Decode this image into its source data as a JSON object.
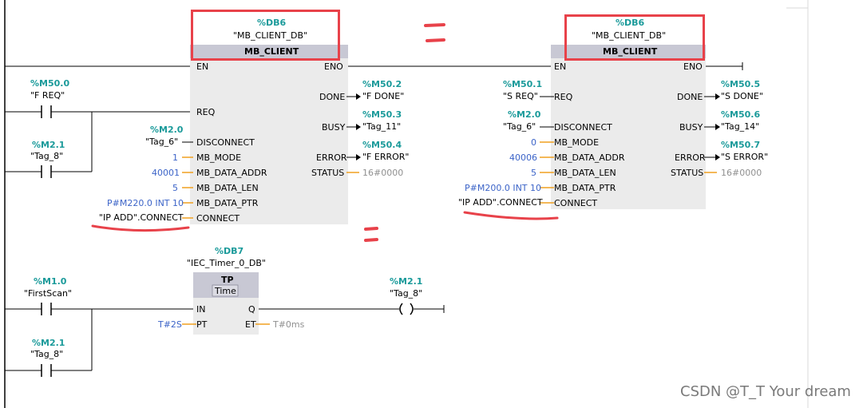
{
  "network1": {
    "block_left": {
      "db_address": "%DB6",
      "db_name": "\"MB_CLIENT_DB\"",
      "type": "MB_CLIENT",
      "pins_in": [
        "EN",
        "REQ",
        "DISCONNECT",
        "MB_MODE",
        "MB_DATA_ADDR",
        "MB_DATA_LEN",
        "MB_DATA_PTR",
        "CONNECT"
      ],
      "pins_out": [
        "ENO",
        "DONE",
        "BUSY",
        "ERROR",
        "STATUS"
      ]
    },
    "block_right": {
      "db_address": "%DB6",
      "db_name": "\"MB_CLIENT_DB\"",
      "type": "MB_CLIENT",
      "pins_in": [
        "EN",
        "REQ",
        "DISCONNECT",
        "MB_MODE",
        "MB_DATA_ADDR",
        "MB_DATA_LEN",
        "MB_DATA_PTR",
        "CONNECT"
      ],
      "pins_out": [
        "ENO",
        "DONE",
        "BUSY",
        "ERROR",
        "STATUS"
      ]
    },
    "contact_req": {
      "address": "%M50.0",
      "symbol": "\"F REQ\""
    },
    "contact_tag8": {
      "address": "%M2.1",
      "symbol": "\"Tag_8\""
    },
    "left_inputs": {
      "disconnect_address": "%M2.0",
      "disconnect_symbol": "\"Tag_6\"",
      "mb_mode": "1",
      "mb_data_addr": "40001",
      "mb_data_len": "5",
      "mb_data_ptr": "P#M220.0 INT 10",
      "connect": "\"IP ADD\".CONNECT"
    },
    "left_outputs": {
      "done_address": "%M50.2",
      "done_symbol": "\"F DONE\"",
      "busy_address": "%M50.3",
      "busy_symbol": "\"Tag_11\"",
      "error_address": "%M50.4",
      "error_symbol": "\"F ERROR\"",
      "status": "16#0000"
    },
    "right_inputs": {
      "req_address": "%M50.1",
      "req_symbol": "\"S REQ\"",
      "disconnect_address": "%M2.0",
      "disconnect_symbol": "\"Tag_6\"",
      "mb_mode": "0",
      "mb_data_addr": "40006",
      "mb_data_len": "5",
      "mb_data_ptr": "P#M200.0 INT 10",
      "connect": "\"IP ADD\".CONNECT"
    },
    "right_outputs": {
      "done_address": "%M50.5",
      "done_symbol": "\"S DONE\"",
      "busy_address": "%M50.6",
      "busy_symbol": "\"Tag_14\"",
      "error_address": "%M50.7",
      "error_symbol": "\"S ERROR\"",
      "status": "16#0000"
    }
  },
  "network2": {
    "timer": {
      "db_address": "%DB7",
      "db_name": "\"IEC_Timer_0_DB\"",
      "type": "TP",
      "subtype": "Time",
      "pins_in": [
        "IN",
        "PT"
      ],
      "pins_out": [
        "Q",
        "ET"
      ],
      "pt_value": "T#2S",
      "et_value": "T#0ms"
    },
    "contact_firstscan": {
      "address": "%M1.0",
      "symbol": "\"FirstScan\""
    },
    "contact_tag8": {
      "address": "%M2.1",
      "symbol": "\"Tag_8\""
    },
    "coil": {
      "address": "%M2.1",
      "symbol": "\"Tag_8\""
    }
  },
  "annotation_colors": {
    "highlight": "#e8424a",
    "address": "#1a9a9a",
    "constant": "#3c64c8",
    "wire_orange": "#f0a020"
  },
  "watermark": "CSDN @T_T Your dream"
}
